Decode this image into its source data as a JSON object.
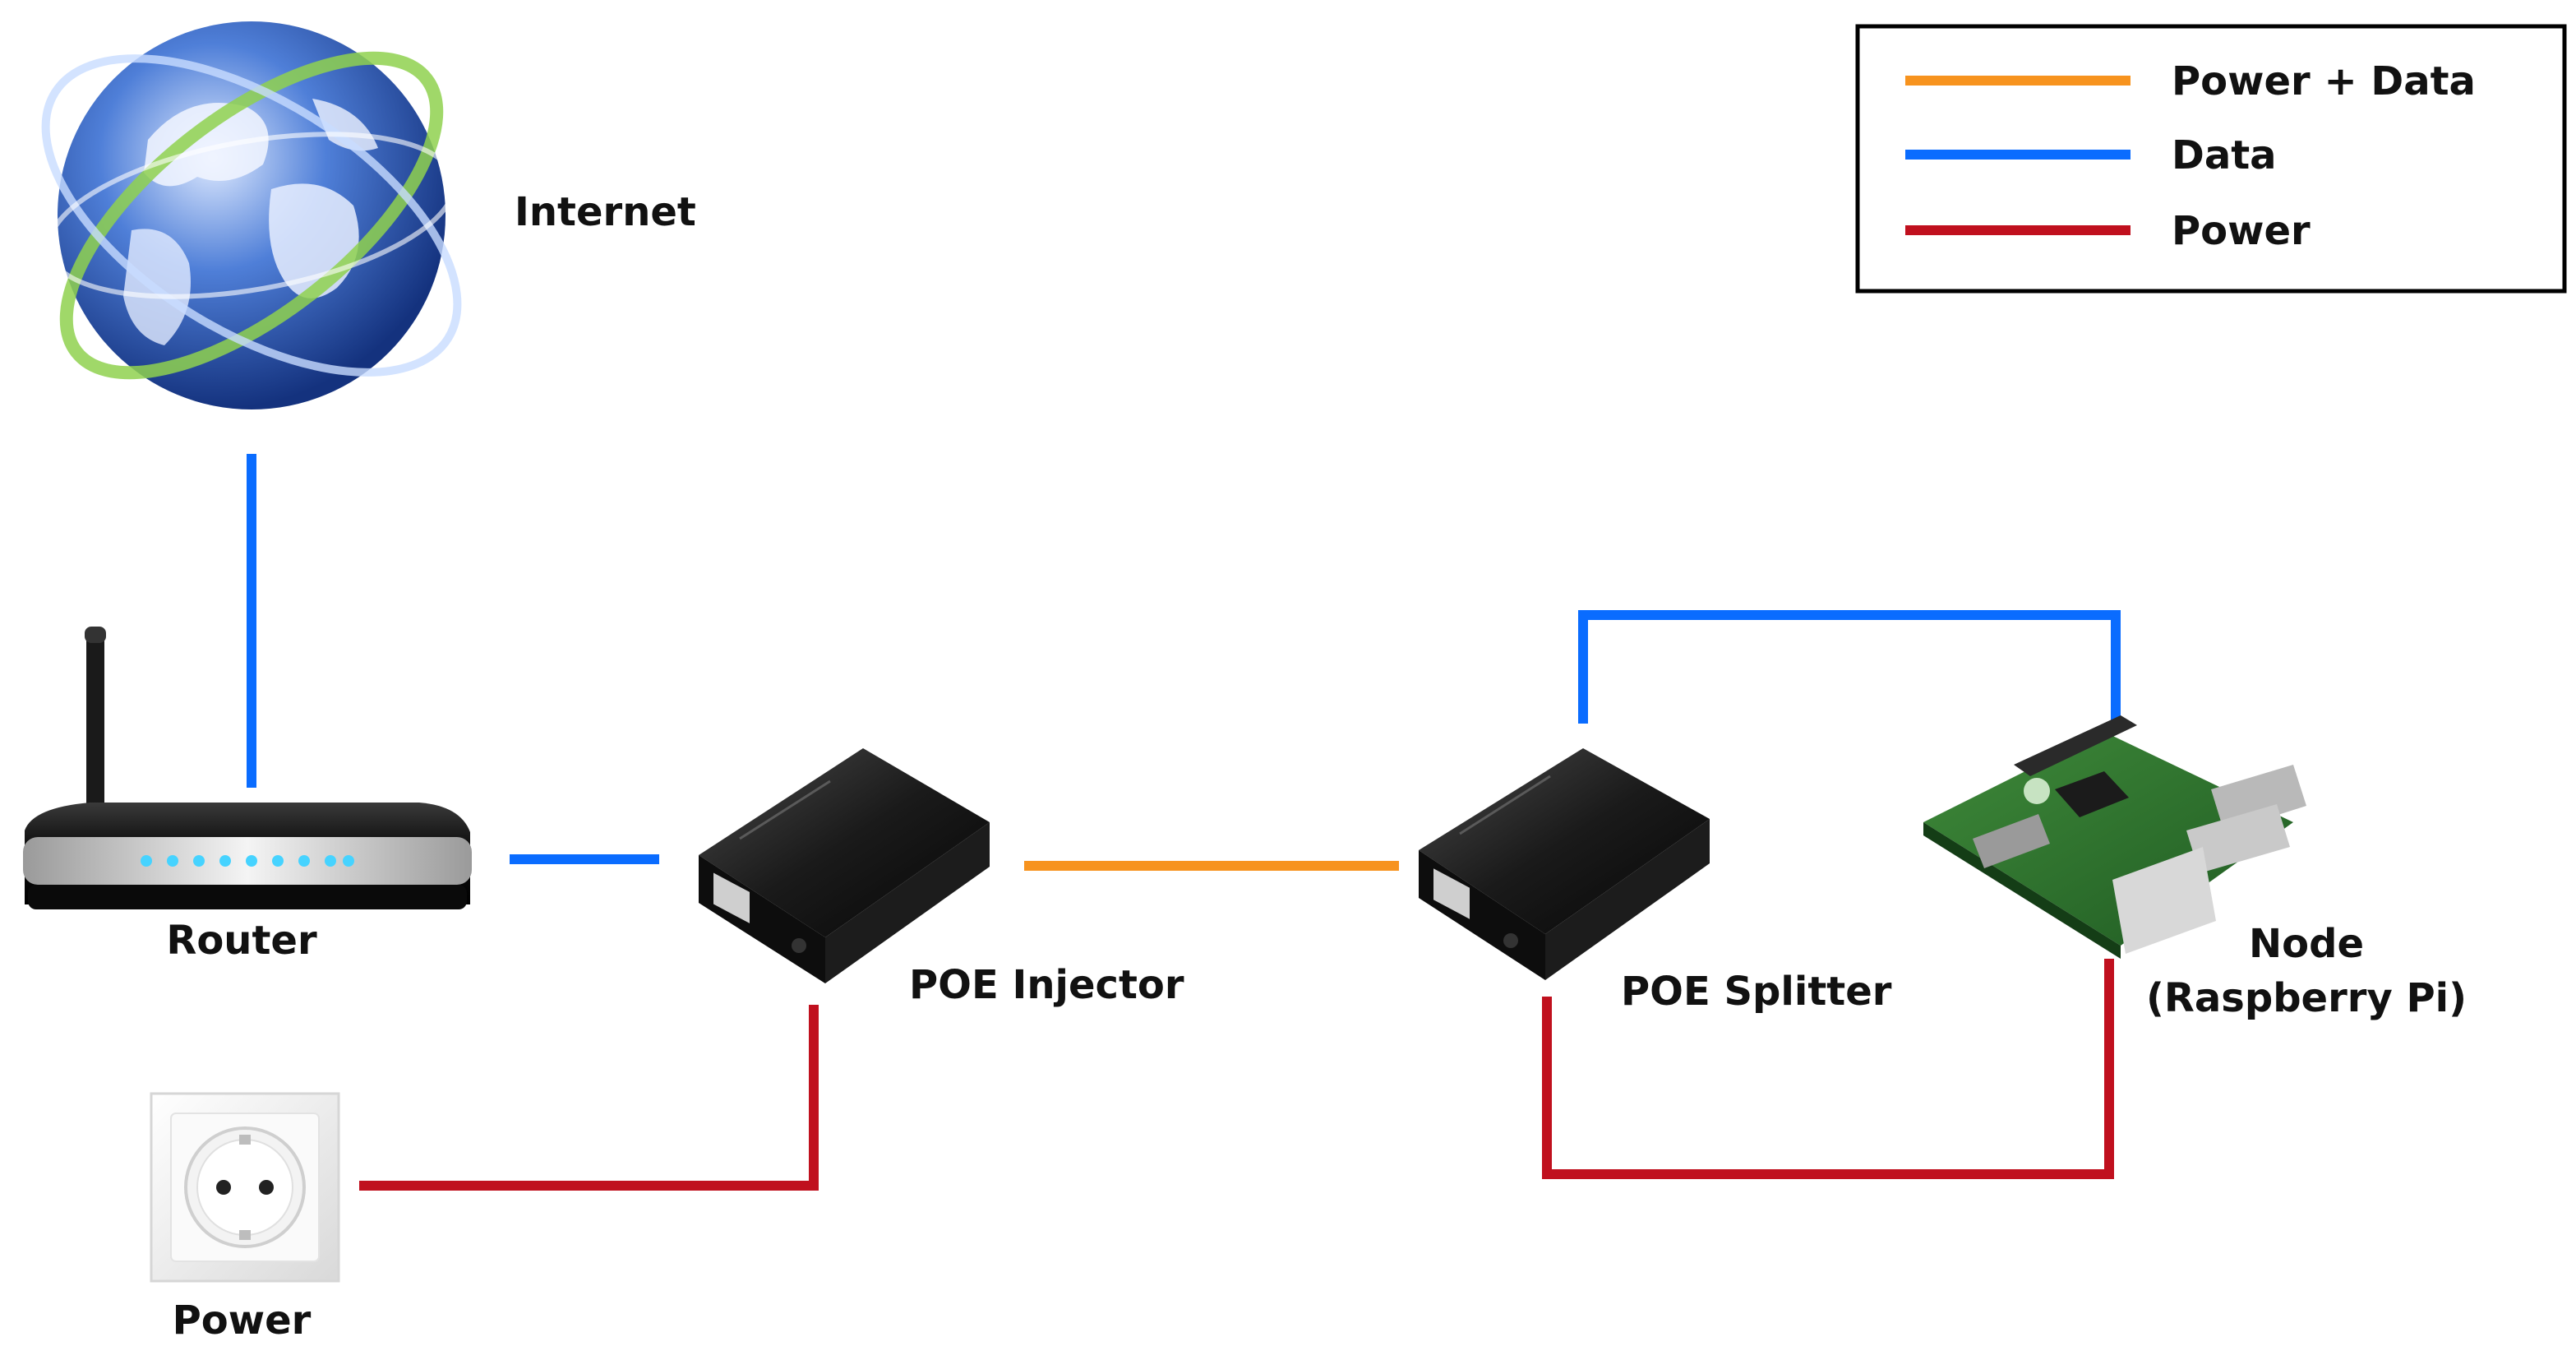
{
  "colors": {
    "power_data": "#f7931e",
    "data": "#0a6cff",
    "power": "#c0101e"
  },
  "legend": {
    "items": [
      {
        "label": "Power + Data",
        "color_key": "power_data"
      },
      {
        "label": "Data",
        "color_key": "data"
      },
      {
        "label": "Power",
        "color_key": "power"
      }
    ]
  },
  "nodes": {
    "internet": {
      "label": "Internet",
      "icon": "globe-icon"
    },
    "router": {
      "label": "Router",
      "icon": "router-icon"
    },
    "power": {
      "label": "Power",
      "icon": "wall-socket-icon"
    },
    "injector": {
      "label": "POE Injector",
      "icon": "poe-injector-icon"
    },
    "splitter": {
      "label": "POE Splitter",
      "icon": "poe-splitter-icon"
    },
    "node": {
      "label_line1": "Node",
      "label_line2": "(Raspberry Pi)",
      "icon": "raspberry-pi-icon"
    }
  },
  "connections": [
    {
      "from": "internet",
      "to": "router",
      "kind": "data"
    },
    {
      "from": "router",
      "to": "injector",
      "kind": "data"
    },
    {
      "from": "power",
      "to": "injector",
      "kind": "power"
    },
    {
      "from": "injector",
      "to": "splitter",
      "kind": "power_data"
    },
    {
      "from": "splitter",
      "to": "node",
      "kind": "data"
    },
    {
      "from": "splitter",
      "to": "node",
      "kind": "power"
    }
  ]
}
